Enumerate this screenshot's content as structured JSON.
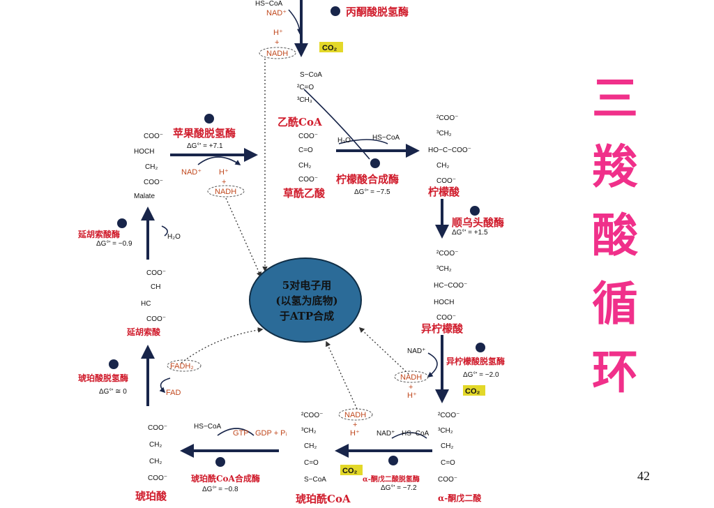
{
  "title_chars": [
    "三",
    "羧",
    "酸",
    "循",
    "环"
  ],
  "page_number": "42",
  "center_lines": [
    "5对电子用",
    "(以氢为底物)",
    "于ATP合成"
  ],
  "enzymes": {
    "pdh": "丙酮酸脱氢酶",
    "citrate_synthase": "柠檬酸合成酶",
    "aconitase": "顺乌头酸酶",
    "idh": "异柠檬酸脱氢酶",
    "akgdh": "α-酮戊二酸脱氢酶",
    "succinyl_coa_synthetase": "琥珀酰CoA合成酶",
    "sdh": "琥珀酸脱氢酶",
    "fumarase": "延胡索酸酶",
    "mdh": "苹果酸脱氢酶"
  },
  "metabolites": {
    "acetyl_coa": "乙酰CoA",
    "oxaloacetate": "草酰乙酸",
    "citrate": "柠檬酸",
    "isocitrate": "异柠檬酸",
    "akg": "α-酮戊二酸",
    "succinyl_coa": "琥珀酰CoA",
    "succinate": "琥珀酸",
    "fumarate": "延胡索酸",
    "malate_label": "Malate"
  },
  "delta_g": {
    "mdh": "ΔG°' = +7.1",
    "citrate_synthase": "ΔG°' = −7.5",
    "aconitase": "ΔG°' = +1.5",
    "idh": "ΔG°' = −2.0",
    "akgdh": "ΔG°' = −7.2",
    "succinyl_coa_synthetase": "ΔG°' = −0.8",
    "sdh": "ΔG°' ≅ 0",
    "fumarase": "ΔG°' = −0.9"
  },
  "cofactors": {
    "hs_coa": "HS−CoA",
    "nad": "NAD⁺",
    "nadh": "NADH",
    "h": "H⁺",
    "co2": "CO₂",
    "fad": "FAD",
    "fadh2": "FADH₂",
    "h2o": "H₂O",
    "gtp": "GTP",
    "gdp_pi": "GDP + Pᵢ",
    "plus": "+"
  },
  "structures": {
    "acetyl_coa": [
      "S−CoA",
      "²C=O",
      "³CH₃"
    ],
    "oxaloacetate": [
      "COO⁻",
      "C=O",
      "CH₂",
      "COO⁻"
    ],
    "citrate": [
      "²COO⁻",
      "³CH₂",
      "HO−C−COO⁻",
      "CH₂",
      "COO⁻"
    ],
    "isocitrate": [
      "²COO⁻",
      "³CH₂",
      "HC−COO⁻",
      "HOCH",
      "COO⁻"
    ],
    "akg": [
      "²COO⁻",
      "³CH₂",
      "CH₂",
      "C=O",
      "COO⁻"
    ],
    "succinyl_coa": [
      "²COO⁻",
      "³CH₂",
      "CH₂",
      "C=O",
      "S−CoA"
    ],
    "succinate": [
      "COO⁻",
      "CH₂",
      "CH₂",
      "COO⁻"
    ],
    "fumarate": [
      "COO⁻",
      "CH",
      "HC",
      "COO⁻"
    ],
    "malate": [
      "COO⁻",
      "HOCH",
      "CH₂",
      "COO⁻"
    ]
  },
  "colors": {
    "enzyme_red": "#d01c2c",
    "title_pink": "#f0308a",
    "center_blue": "#2b6b98",
    "arrow_navy": "#18254a",
    "co2_yellow": "#e3d829"
  }
}
